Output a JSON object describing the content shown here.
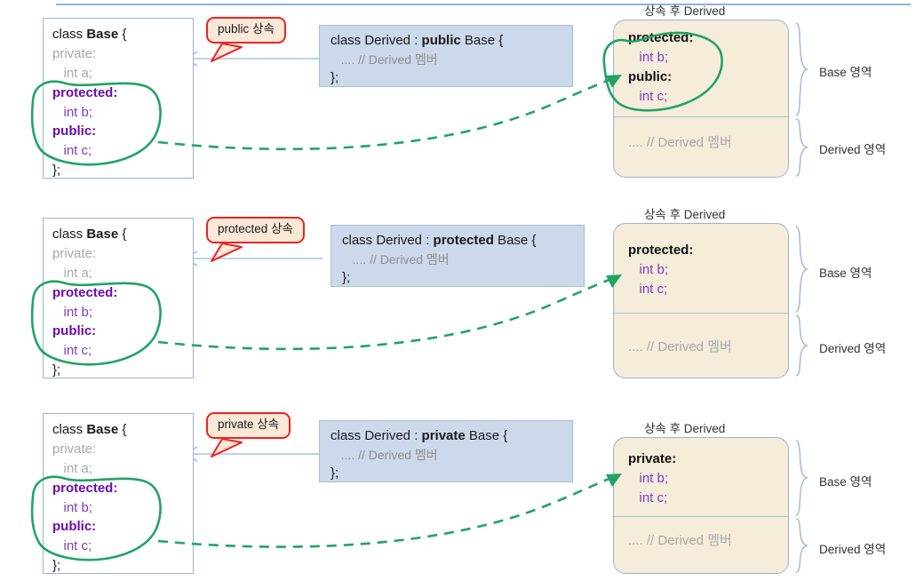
{
  "meta": {
    "title": "C++ 상속 접근 지정자 다이어그램"
  },
  "rows": [
    {
      "id": "public",
      "base_box": {
        "lines": [
          {
            "parts": [
              {
                "t": "class ",
                "c": "plain"
              },
              {
                "t": "Base",
                "c": "bold"
              },
              {
                "t": " {",
                "c": "plain"
              }
            ]
          },
          {
            "parts": [
              {
                "t": "private:",
                "c": "grey"
              }
            ]
          },
          {
            "parts": [
              {
                "t": "   int a;",
                "c": "grey"
              }
            ]
          },
          {
            "parts": [
              {
                "t": "protected:",
                "c": "purple-bold"
              }
            ]
          },
          {
            "parts": [
              {
                "t": "   int b;",
                "c": "purple"
              }
            ]
          },
          {
            "parts": [
              {
                "t": "public:",
                "c": "purple-bold"
              }
            ]
          },
          {
            "parts": [
              {
                "t": "   int c;",
                "c": "purple"
              }
            ]
          },
          {
            "parts": [
              {
                "t": "};",
                "c": "plain"
              }
            ]
          }
        ]
      },
      "callout": {
        "label": "public 상속"
      },
      "derived_box": {
        "lines": [
          {
            "parts": [
              {
                "t": "class Derived : ",
                "c": "plain"
              },
              {
                "t": "public",
                "c": "bold"
              },
              {
                "t": " Base {",
                "c": "plain"
              }
            ]
          },
          {
            "parts": [
              {
                "t": "    .... // Derived 멤버",
                "c": "grey"
              }
            ]
          },
          {
            "parts": [
              {
                "t": "};",
                "c": "plain"
              }
            ]
          }
        ]
      },
      "result": {
        "caption": "상속 후 Derived",
        "base_area": {
          "lines": [
            {
              "parts": [
                {
                  "t": "protected:",
                  "c": "black-bold"
                }
              ]
            },
            {
              "parts": [
                {
                  "t": "   int b;",
                  "c": "purple"
                }
              ]
            },
            {
              "parts": [
                {
                  "t": "public:",
                  "c": "black-bold"
                }
              ]
            },
            {
              "parts": [
                {
                  "t": "   int c;",
                  "c": "purple"
                }
              ]
            }
          ]
        },
        "derived_area": {
          "lines": [
            {
              "parts": [
                {
                  "t": ".... // Derived 멤버",
                  "c": "grey"
                }
              ]
            }
          ]
        },
        "brace_labels": {
          "base": "Base 영역",
          "derived": "Derived 영역"
        }
      }
    },
    {
      "id": "protected",
      "base_box": {
        "lines": [
          {
            "parts": [
              {
                "t": "class ",
                "c": "plain"
              },
              {
                "t": "Base",
                "c": "bold"
              },
              {
                "t": " {",
                "c": "plain"
              }
            ]
          },
          {
            "parts": [
              {
                "t": "private:",
                "c": "grey"
              }
            ]
          },
          {
            "parts": [
              {
                "t": "   int a;",
                "c": "grey"
              }
            ]
          },
          {
            "parts": [
              {
                "t": "protected:",
                "c": "purple-bold"
              }
            ]
          },
          {
            "parts": [
              {
                "t": "   int b;",
                "c": "purple"
              }
            ]
          },
          {
            "parts": [
              {
                "t": "public:",
                "c": "purple-bold"
              }
            ]
          },
          {
            "parts": [
              {
                "t": "   int c;",
                "c": "purple"
              }
            ]
          },
          {
            "parts": [
              {
                "t": "};",
                "c": "plain"
              }
            ]
          }
        ]
      },
      "callout": {
        "label": "protected 상속"
      },
      "derived_box": {
        "lines": [
          {
            "parts": [
              {
                "t": "class Derived : ",
                "c": "plain"
              },
              {
                "t": "protected",
                "c": "bold"
              },
              {
                "t": " Base {",
                "c": "plain"
              }
            ]
          },
          {
            "parts": [
              {
                "t": "    .... // Derived 멤버",
                "c": "grey"
              }
            ]
          },
          {
            "parts": [
              {
                "t": "};",
                "c": "plain"
              }
            ]
          }
        ]
      },
      "result": {
        "caption": "상속 후 Derived",
        "base_area": {
          "lines": [
            {
              "parts": [
                {
                  "t": "protected:",
                  "c": "black-bold"
                }
              ]
            },
            {
              "parts": [
                {
                  "t": "   int b;",
                  "c": "purple"
                }
              ]
            },
            {
              "parts": [
                {
                  "t": "   int c;",
                  "c": "purple"
                }
              ]
            }
          ]
        },
        "derived_area": {
          "lines": [
            {
              "parts": [
                {
                  "t": ".... // Derived 멤버",
                  "c": "grey"
                }
              ]
            }
          ]
        },
        "brace_labels": {
          "base": "Base 영역",
          "derived": "Derived 영역"
        }
      }
    },
    {
      "id": "private",
      "base_box": {
        "lines": [
          {
            "parts": [
              {
                "t": "class ",
                "c": "plain"
              },
              {
                "t": "Base",
                "c": "bold"
              },
              {
                "t": " {",
                "c": "plain"
              }
            ]
          },
          {
            "parts": [
              {
                "t": "private:",
                "c": "grey"
              }
            ]
          },
          {
            "parts": [
              {
                "t": "   int a;",
                "c": "grey"
              }
            ]
          },
          {
            "parts": [
              {
                "t": "protected:",
                "c": "purple-bold"
              }
            ]
          },
          {
            "parts": [
              {
                "t": "   int b;",
                "c": "purple"
              }
            ]
          },
          {
            "parts": [
              {
                "t": "public:",
                "c": "purple-bold"
              }
            ]
          },
          {
            "parts": [
              {
                "t": "   int c;",
                "c": "purple"
              }
            ]
          },
          {
            "parts": [
              {
                "t": "};",
                "c": "plain"
              }
            ]
          }
        ]
      },
      "callout": {
        "label": "private 상속"
      },
      "derived_box": {
        "lines": [
          {
            "parts": [
              {
                "t": "class Derived : ",
                "c": "plain"
              },
              {
                "t": "private",
                "c": "bold"
              },
              {
                "t": " Base {",
                "c": "plain"
              }
            ]
          },
          {
            "parts": [
              {
                "t": "    .... // Derived 멤버",
                "c": "grey"
              }
            ]
          },
          {
            "parts": [
              {
                "t": "};",
                "c": "plain"
              }
            ]
          }
        ]
      },
      "result": {
        "caption": "상속 후 Derived",
        "base_area": {
          "lines": [
            {
              "parts": [
                {
                  "t": "private:",
                  "c": "black-bold"
                }
              ]
            },
            {
              "parts": [
                {
                  "t": "   int b;",
                  "c": "purple"
                }
              ]
            },
            {
              "parts": [
                {
                  "t": "   int c;",
                  "c": "purple"
                }
              ]
            }
          ]
        },
        "derived_area": {
          "lines": [
            {
              "parts": [
                {
                  "t": ".... // Derived 멤버",
                  "c": "grey"
                }
              ]
            }
          ]
        },
        "brace_labels": {
          "base": "Base 영역",
          "derived": "Derived 영역"
        }
      }
    }
  ],
  "colors": {
    "ink_green": "#21a366",
    "callout_border": "#ee2222",
    "callout_fill": "#fbe9d8",
    "derived_fill": "#ccd9ea",
    "result_fill": "#f5ecda",
    "box_border": "#9ab4d4",
    "access_purple": "#6a0dad",
    "member_purple": "#7d3cc8",
    "private_grey": "#a8a8a8"
  }
}
